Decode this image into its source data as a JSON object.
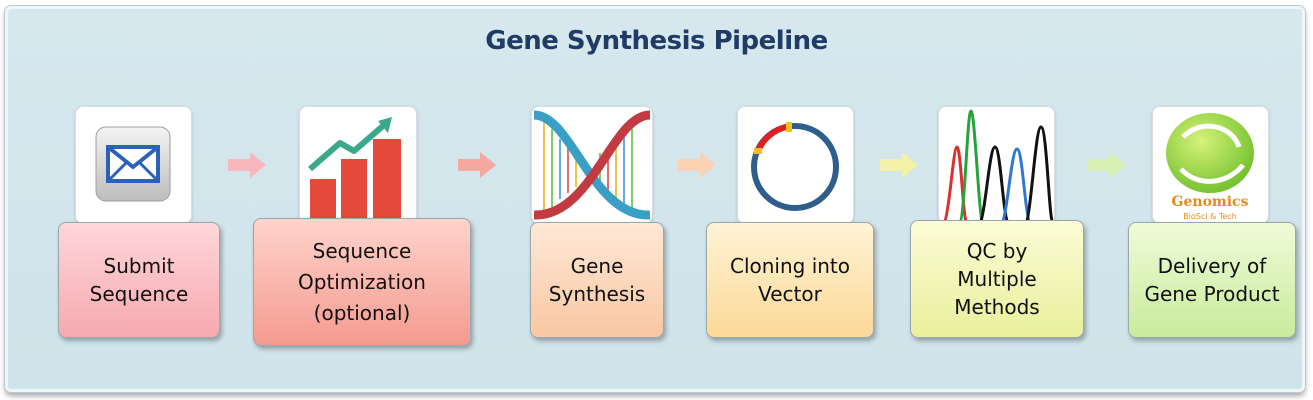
{
  "title": "Gene Synthesis Pipeline",
  "steps": [
    {
      "label": "Submit\nSequence",
      "icon": "envelope-icon"
    },
    {
      "label": "Sequence\nOptimization\n(optional)",
      "icon": "growth-chart-icon"
    },
    {
      "label": "Gene\nSynthesis",
      "icon": "dna-helix-icon"
    },
    {
      "label": "Cloning into\nVector",
      "icon": "plasmid-vector-icon"
    },
    {
      "label": "QC by\nMultiple\nMethods",
      "icon": "chromatogram-icon"
    },
    {
      "label": "Delivery of\nGene Product",
      "icon": "genomics-logo-icon"
    }
  ],
  "logo": {
    "name": "Genomics",
    "tagline": "BioSci & Tech"
  },
  "colors": {
    "title": "#1f3b66",
    "step1": "#f7b7bd",
    "step2": "#f6a79e",
    "step3": "#fbd2b4",
    "step4": "#fde7b0",
    "step5": "#eef5b0",
    "step6": "#d8f0b4"
  }
}
